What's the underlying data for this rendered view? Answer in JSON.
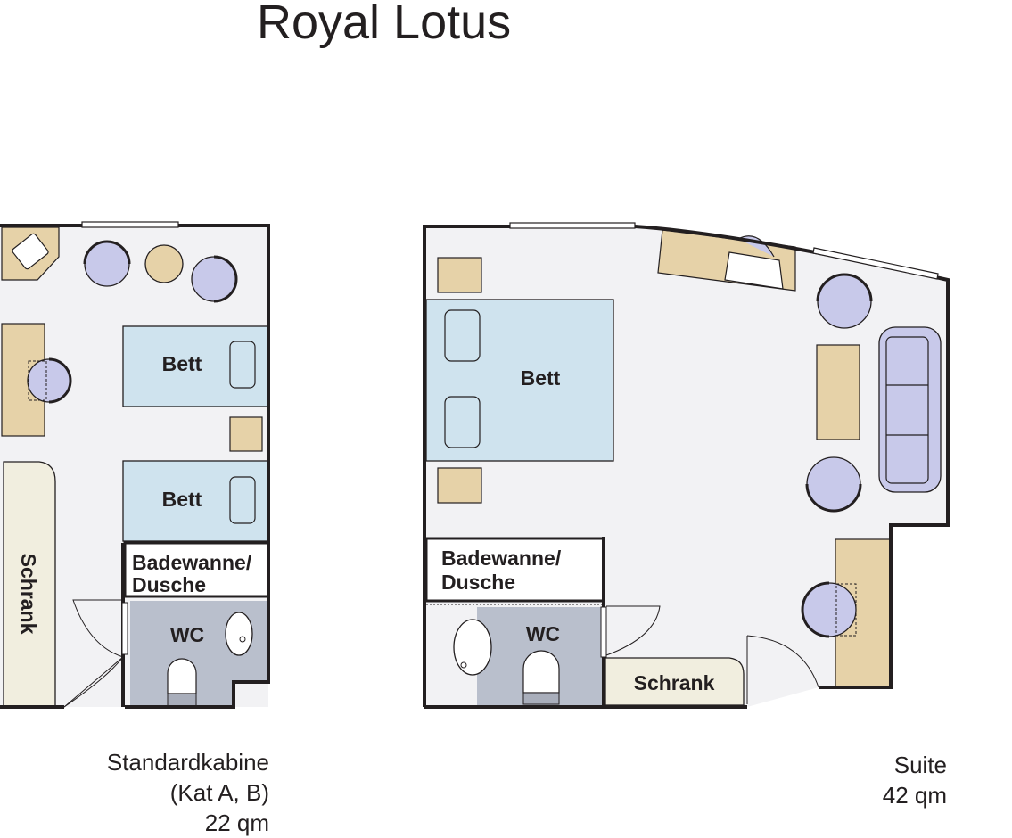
{
  "title": "Royal Lotus",
  "colors": {
    "wall": "#231f20",
    "floor": "#f2f2f4",
    "bed": "#cfe3ee",
    "wood": "#e6d2a8",
    "chair": "#c8c9ea",
    "bath": "#b9bfcc",
    "closet": "#f1eedf"
  },
  "standard": {
    "bed1": "Bett",
    "bed2": "Bett",
    "closet": "Schrank",
    "bath_line1": "Badewanne/",
    "bath_line2": "Dusche",
    "wc": "WC",
    "caption": {
      "line1": "Standardkabine",
      "line2": "(Kat A, B)",
      "line3": "22 qm"
    }
  },
  "suite": {
    "bed": "Bett",
    "bath_line1": "Badewanne/",
    "bath_line2": "Dusche",
    "wc": "WC",
    "closet": "Schrank",
    "caption": {
      "line1": "Suite",
      "line2": "42 qm"
    }
  }
}
